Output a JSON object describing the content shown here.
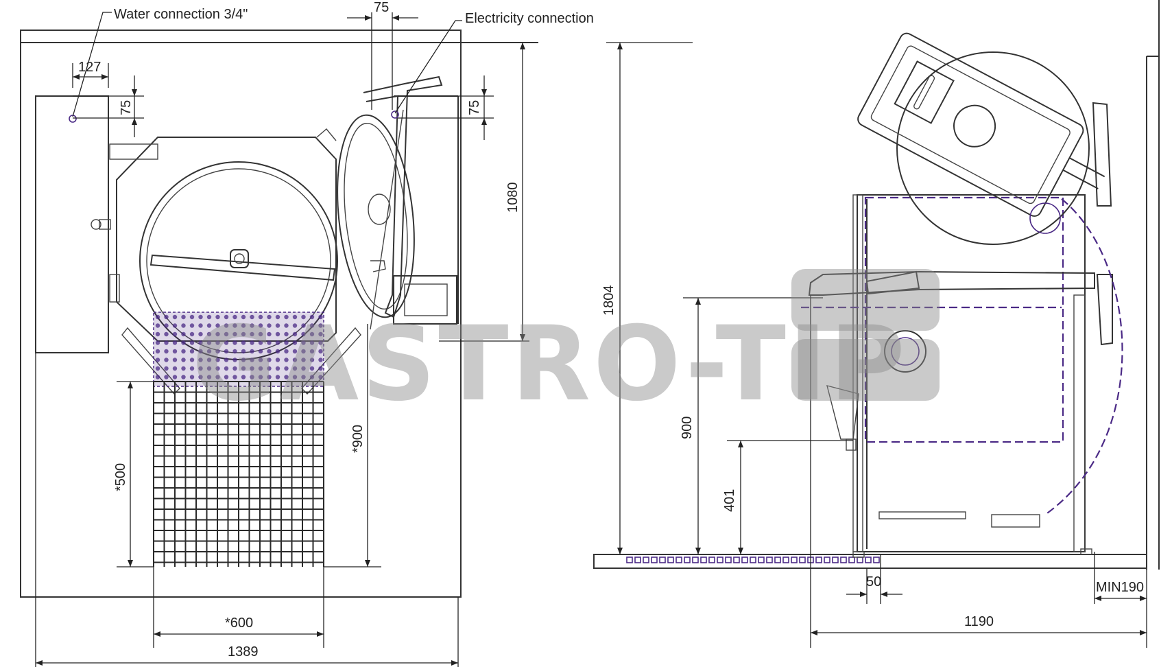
{
  "labels": {
    "water_connection": "Water connection 3/4\"",
    "electricity_connection": "Electricity connection"
  },
  "dimensions": {
    "d75_top": "75",
    "d127": "127",
    "d75_left": "75",
    "d75_right": "75",
    "d1080": "1080",
    "d_star500": "*500",
    "d_star900": "*900",
    "d_star600": "*600",
    "d1389": "1389",
    "d1804": "1804",
    "d900": "900",
    "d401": "401",
    "d50": "50",
    "d1190": "1190",
    "d_min190": "MIN190"
  },
  "watermark": "GASTRO-TIP",
  "colors": {
    "line": "#333333",
    "accent": "#4b2a86",
    "watermark": "#8a8a8a"
  }
}
